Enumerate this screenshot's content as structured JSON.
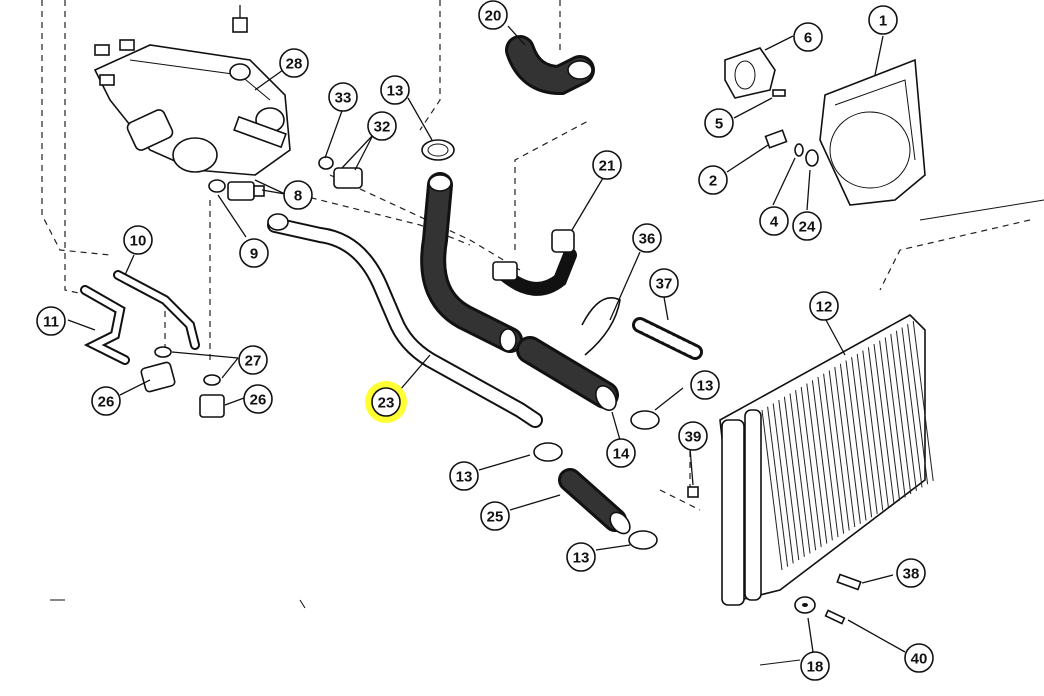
{
  "diagram": {
    "highlight_color": "#ffff33",
    "callouts": [
      {
        "id": "c20",
        "text": "20"
      },
      {
        "id": "c6",
        "text": "6"
      },
      {
        "id": "c1",
        "text": "1"
      },
      {
        "id": "c28",
        "text": "28"
      },
      {
        "id": "c33",
        "text": "33"
      },
      {
        "id": "c13a",
        "text": "13"
      },
      {
        "id": "c32",
        "text": "32"
      },
      {
        "id": "c5",
        "text": "5"
      },
      {
        "id": "c8",
        "text": "8"
      },
      {
        "id": "c21",
        "text": "21"
      },
      {
        "id": "c2",
        "text": "2"
      },
      {
        "id": "c4",
        "text": "4"
      },
      {
        "id": "c24",
        "text": "24"
      },
      {
        "id": "c9",
        "text": "9"
      },
      {
        "id": "c10",
        "text": "10"
      },
      {
        "id": "c36",
        "text": "36"
      },
      {
        "id": "c37",
        "text": "37"
      },
      {
        "id": "c12",
        "text": "12"
      },
      {
        "id": "c11",
        "text": "11"
      },
      {
        "id": "c27",
        "text": "27"
      },
      {
        "id": "c26a",
        "text": "26"
      },
      {
        "id": "c26b",
        "text": "26"
      },
      {
        "id": "c23",
        "text": "23",
        "highlighted": true
      },
      {
        "id": "c13b",
        "text": "13"
      },
      {
        "id": "c39",
        "text": "39"
      },
      {
        "id": "c14",
        "text": "14"
      },
      {
        "id": "c13c",
        "text": "13"
      },
      {
        "id": "c25",
        "text": "25"
      },
      {
        "id": "c13d",
        "text": "13"
      },
      {
        "id": "c38",
        "text": "38"
      },
      {
        "id": "c18",
        "text": "18"
      },
      {
        "id": "c40",
        "text": "40"
      }
    ]
  }
}
